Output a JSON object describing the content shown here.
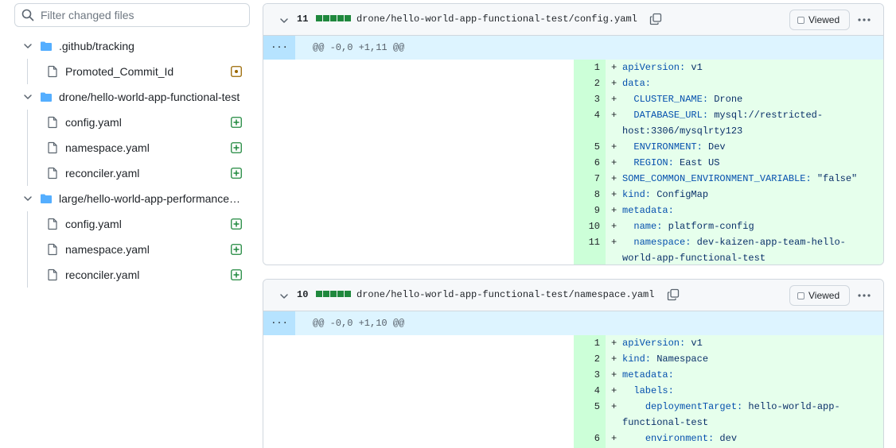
{
  "sidebar": {
    "filter_placeholder": "Filter changed files",
    "tree": [
      {
        "type": "folder",
        "label": ".github/tracking"
      },
      {
        "type": "file",
        "label": "Promoted_Commit_Id",
        "status": "modified"
      },
      {
        "type": "folder",
        "label": "drone/hello-world-app-functional-test"
      },
      {
        "type": "file",
        "label": "config.yaml",
        "status": "added"
      },
      {
        "type": "file",
        "label": "namespace.yaml",
        "status": "added"
      },
      {
        "type": "file",
        "label": "reconciler.yaml",
        "status": "added"
      },
      {
        "type": "folder",
        "label": "large/hello-world-app-performance-test"
      },
      {
        "type": "file",
        "label": "config.yaml",
        "status": "added"
      },
      {
        "type": "file",
        "label": "namespace.yaml",
        "status": "added"
      },
      {
        "type": "file",
        "label": "reconciler.yaml",
        "status": "added"
      }
    ]
  },
  "diffs": [
    {
      "count": "11",
      "path": "drone/hello-world-app-functional-test/config.yaml",
      "viewed_label": "Viewed",
      "expand_label": "...",
      "hunk": "@@ -0,0 +1,11 @@",
      "lines": [
        {
          "n": "1",
          "k": "apiVersion:",
          "v": " v1"
        },
        {
          "n": "2",
          "k": "data:",
          "v": ""
        },
        {
          "n": "3",
          "k": "  CLUSTER_NAME:",
          "v": " Drone"
        },
        {
          "n": "4",
          "k": "  DATABASE_URL:",
          "v": " mysql://restricted-host:3306/mysqlrty123"
        },
        {
          "n": "5",
          "k": "  ENVIRONMENT:",
          "v": " Dev"
        },
        {
          "n": "6",
          "k": "  REGION:",
          "v": " East US"
        },
        {
          "n": "7",
          "k": "  SOME_COMMON_ENVIRONMENT_VARIABLE:",
          "v": " \"false\""
        },
        {
          "n": "8",
          "k": "kind:",
          "v": " ConfigMap"
        },
        {
          "n": "9",
          "k": "metadata:",
          "v": ""
        },
        {
          "n": "10",
          "k": "  name:",
          "v": " platform-config"
        },
        {
          "n": "11",
          "k": "  namespace:",
          "v": " dev-kaizen-app-team-hello-world-app-functional-test"
        }
      ]
    },
    {
      "count": "10",
      "path": "drone/hello-world-app-functional-test/namespace.yaml",
      "viewed_label": "Viewed",
      "expand_label": "...",
      "hunk": "@@ -0,0 +1,10 @@",
      "lines": [
        {
          "n": "1",
          "k": "apiVersion:",
          "v": " v1"
        },
        {
          "n": "2",
          "k": "kind:",
          "v": " Namespace"
        },
        {
          "n": "3",
          "k": "metadata:",
          "v": ""
        },
        {
          "n": "4",
          "k": "  labels:",
          "v": ""
        },
        {
          "n": "5",
          "k": "    deploymentTarget:",
          "v": " hello-world-app-functional-test"
        },
        {
          "n": "6",
          "k": "    environment:",
          "v": " dev"
        }
      ]
    }
  ],
  "colors": {
    "added": "#1f883d",
    "modified": "#9a6700",
    "folder": "#54aeff"
  }
}
